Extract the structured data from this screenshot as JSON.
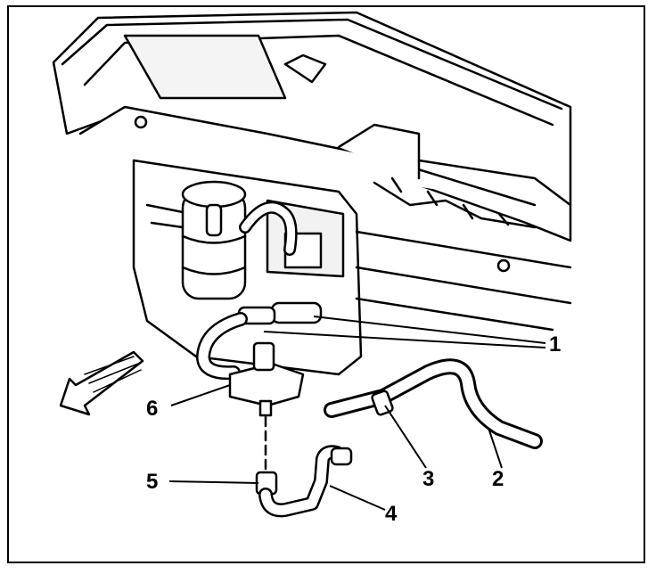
{
  "diagram": {
    "callouts": [
      {
        "id": "1",
        "label": "1"
      },
      {
        "id": "2",
        "label": "2"
      },
      {
        "id": "3",
        "label": "3"
      },
      {
        "id": "4",
        "label": "4"
      },
      {
        "id": "5",
        "label": "5"
      },
      {
        "id": "6",
        "label": "6"
      }
    ],
    "colors": {
      "line": "#000000",
      "fill": "#ffffff",
      "shade": "#e6e6e6"
    },
    "icons": [
      "front-direction-arrow-icon"
    ]
  }
}
